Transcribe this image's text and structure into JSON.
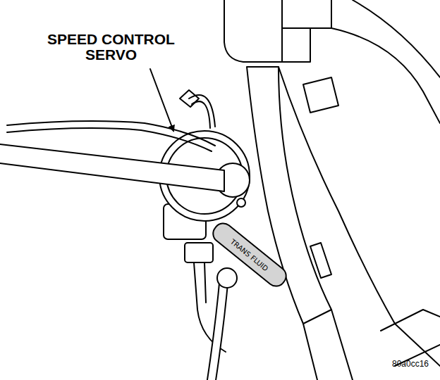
{
  "diagram": {
    "labels": [
      "SPEED CONTROL SERVO",
      "TRANS FLUID",
      "80a0cc16"
    ]
  }
}
